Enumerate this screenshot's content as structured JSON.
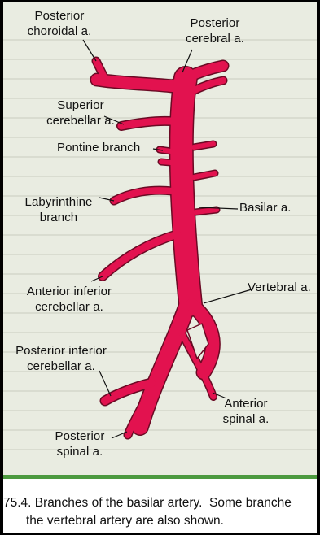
{
  "labels": {
    "posterior_choroidal": "Posterior\nchoroidal a.",
    "posterior_cerebral": "Posterior\ncerebral a.",
    "superior_cerebellar": "Superior\ncerebellar a.",
    "pontine_branch": "Pontine branch",
    "labyrinthine_branch": "Labyrinthine\nbranch",
    "basilar": "Basilar a.",
    "anterior_inferior_cerebellar": "Anterior inferior\ncerebellar a.",
    "vertebral": "Vertebral a.",
    "posterior_inferior_cerebellar": "Posterior inferior\ncerebellar a.",
    "anterior_spinal": "Anterior\nspinal a.",
    "posterior_spinal": "Posterior\nspinal a."
  },
  "caption": {
    "line1": "75.4. Branches of the basilar artery.  Some branche",
    "line2": "the vertebral artery are also shown."
  },
  "colors": {
    "artery": "#e2124f",
    "artery_edge": "#6a0a24",
    "divider": "#4c9a3f"
  }
}
